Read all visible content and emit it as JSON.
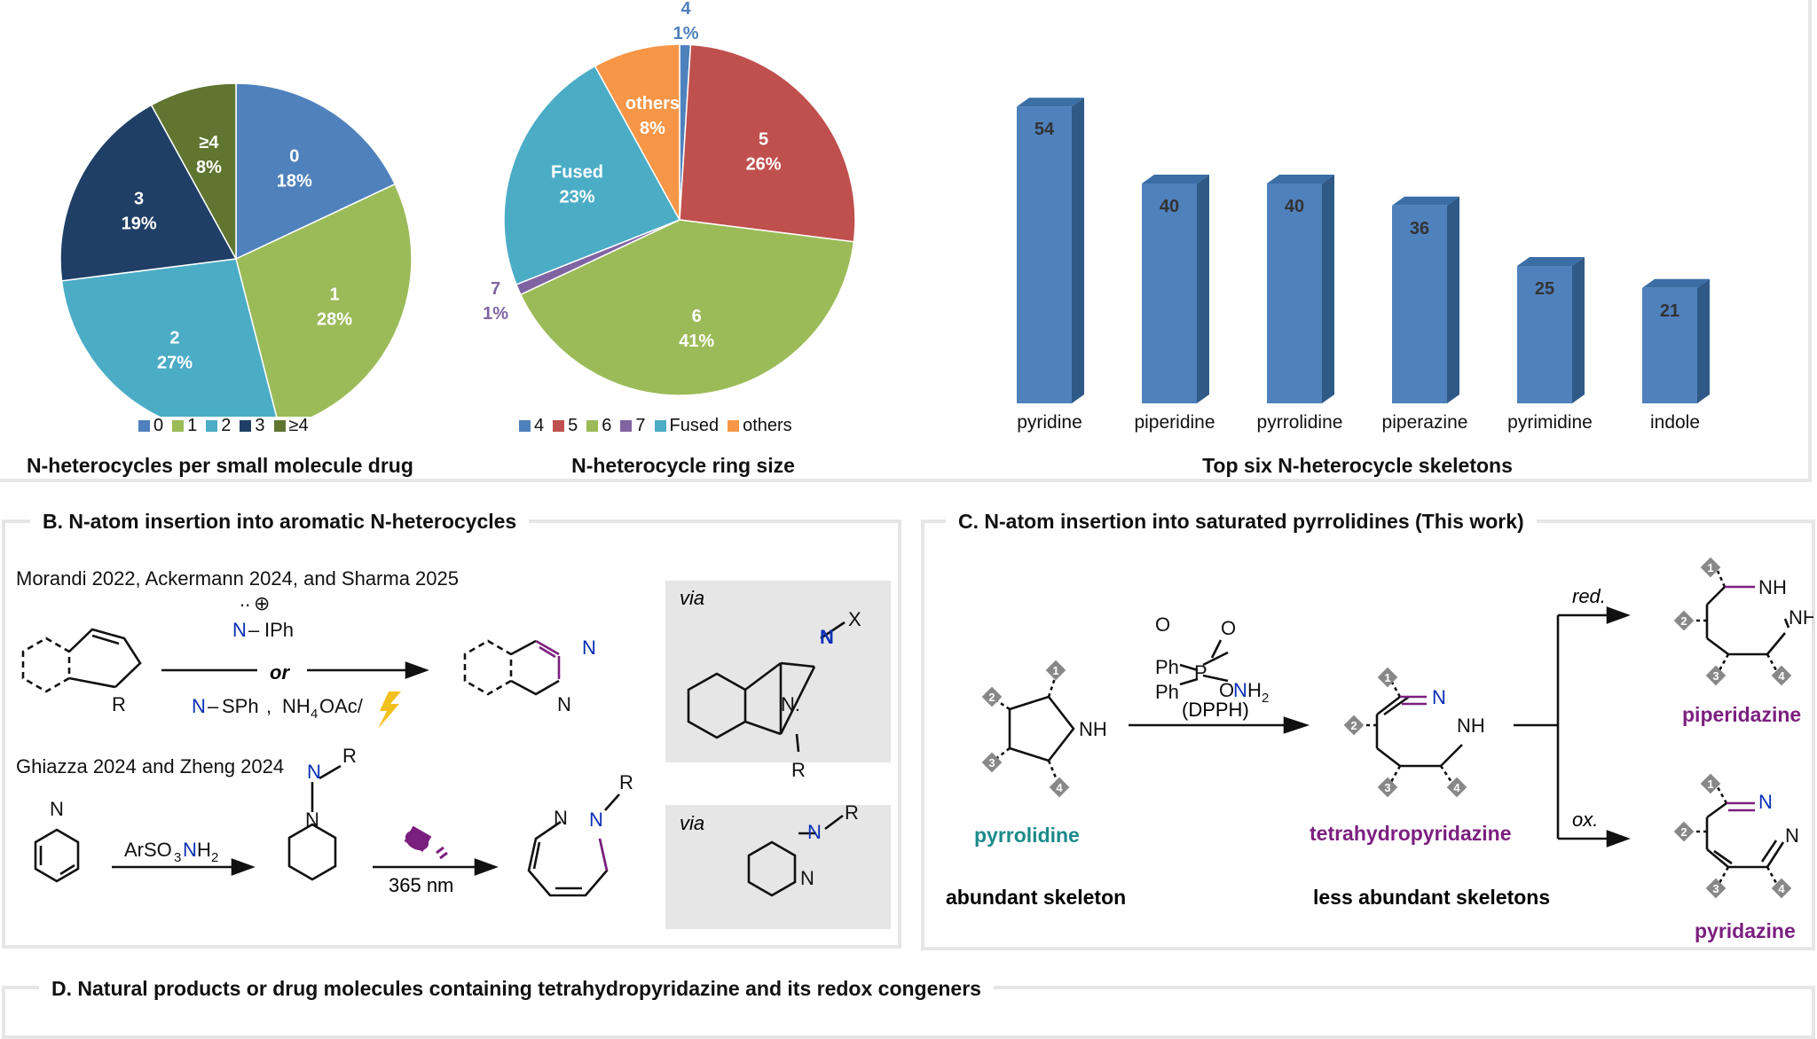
{
  "figure": {
    "panel_a": {
      "pie1": {
        "caption": "N-heterocycles per small molecule drug",
        "slices": [
          {
            "label": "0",
            "value": 18,
            "text": "18%",
            "color": "#4f81bd"
          },
          {
            "label": "1",
            "value": 28,
            "text": "28%",
            "color": "#9bbb59"
          },
          {
            "label": "2",
            "value": 27,
            "text": "27%",
            "color": "#4bacc6"
          },
          {
            "label": "3",
            "value": 19,
            "text": "19%",
            "color": "#1f3f66"
          },
          {
            "label": "≥4",
            "value": 8,
            "text": "8%",
            "color": "#5f7530"
          }
        ],
        "legend": [
          "0",
          "1",
          "2",
          "3",
          "≥4"
        ]
      },
      "pie2": {
        "caption": "N-heterocycle ring size",
        "slices": [
          {
            "label": "4",
            "value": 1,
            "text": "1%",
            "color": "#4f81bd"
          },
          {
            "label": "5",
            "value": 26,
            "text": "26%",
            "color": "#c0504d"
          },
          {
            "label": "6",
            "value": 41,
            "text": "41%",
            "color": "#9bbb59"
          },
          {
            "label": "7",
            "value": 1,
            "text": "1%",
            "color": "#8064a2"
          },
          {
            "label": "Fused",
            "value": 23,
            "text": "23%",
            "color": "#4bacc6"
          },
          {
            "label": "others",
            "value": 8,
            "text": "8%",
            "color": "#f79646"
          }
        ],
        "legend": [
          "4",
          "5",
          "6",
          "7",
          "Fused",
          "others"
        ]
      },
      "bars": {
        "caption": "Top six N-heterocycle skeletons",
        "items": [
          {
            "name": "pyridine",
            "value": 54
          },
          {
            "name": "piperidine",
            "value": 40
          },
          {
            "name": "pyrrolidine",
            "value": 40
          },
          {
            "name": "piperazine",
            "value": 36
          },
          {
            "name": "pyrimidine",
            "value": 25
          },
          {
            "name": "indole",
            "value": 21
          }
        ],
        "colors": {
          "front": "#4f81bd",
          "side": "#2f5a88",
          "top": "#3a6ea5"
        }
      }
    },
    "panel_b": {
      "title": "B. N-atom insertion into aromatic N-heterocycles",
      "line1": "Morandi 2022, Ackermann 2024, and Sharma 2025",
      "line2": "Ghiazza 2024 and Zheng 2024",
      "reagent_or": "or",
      "reagent_iph": "IPh",
      "reagent_sph": "SPh",
      "nh4oac": "NH4OAc/",
      "arso3nh2": "ArSO3NH2",
      "wavelength": "365 nm",
      "via": "via"
    },
    "panel_c": {
      "title": "C. N-atom insertion into saturated pyrrolidines (This work)",
      "reagent_name": "(DPPH)",
      "red": "red.",
      "ox": "ox.",
      "pyrrolidine": "pyrrolidine",
      "tetrahydropyridazine": "tetrahydropyridazine",
      "piperidazine": "piperidazine",
      "pyridazine": "pyridazine",
      "abundant": "abundant skeleton",
      "less_abundant": "less abundant skeletons",
      "colors": {
        "teal": "#1c8a8a",
        "purple": "#7b1f7f",
        "blue": "#0a2fb5"
      }
    },
    "panel_d": {
      "title": "D. Natural products or drug molecules containing tetrahydropyridazine and its redox congeners"
    }
  }
}
